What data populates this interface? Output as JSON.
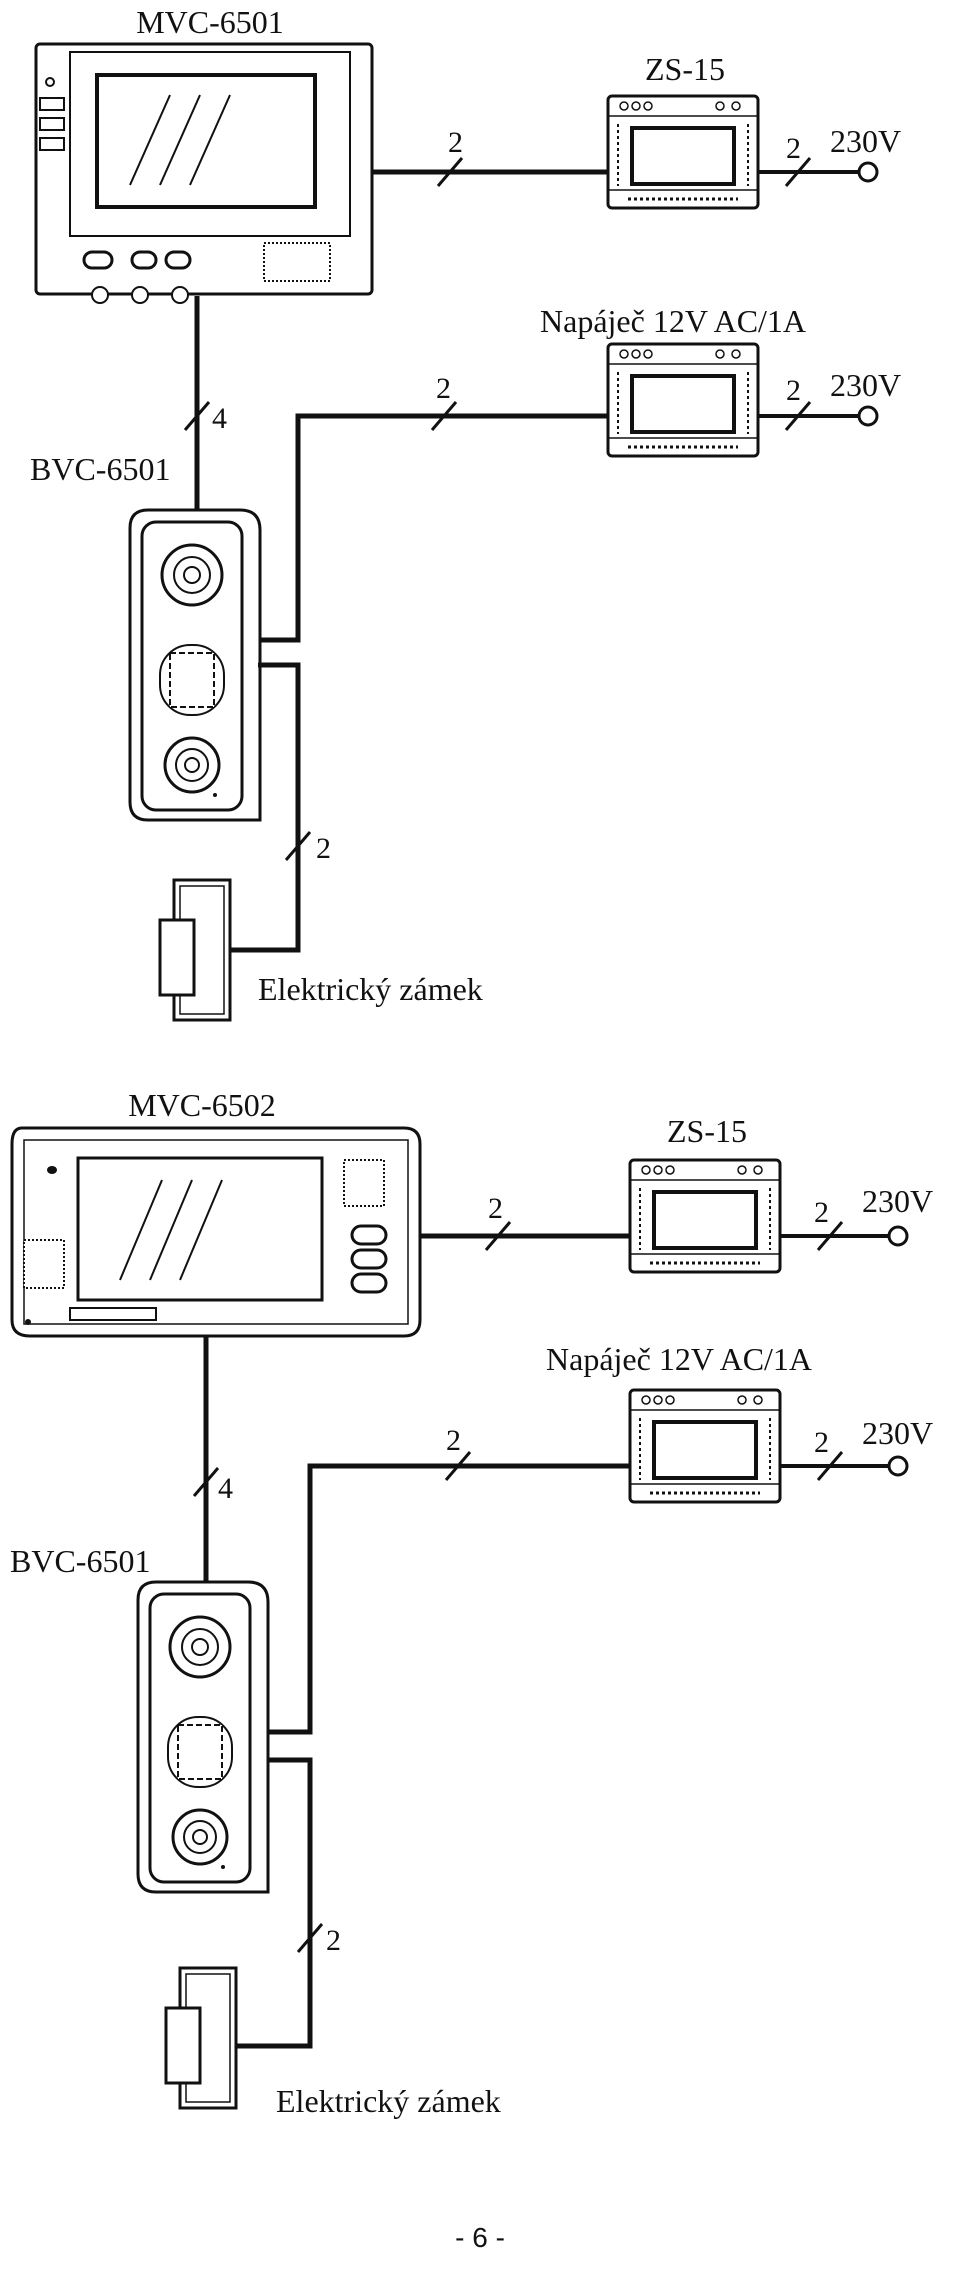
{
  "diagram1": {
    "monitor_label": "MVC-6501",
    "psu_top_label": "ZS-15",
    "psu_bottom_label": "Napáječ 12V AC/1A",
    "door_station_label": "BVC-6501",
    "lock_label": "Elektrický zámek",
    "wire_monitor_psu": "2",
    "wire_psu_mains": "2",
    "mains_label": "230V",
    "wire_monitor_door": "4",
    "wire_door_psu": "2",
    "wire_psu2_mains": "2",
    "mains2_label": "230V",
    "wire_door_lock": "2"
  },
  "diagram2": {
    "monitor_label": "MVC-6502",
    "psu_top_label": "ZS-15",
    "psu_bottom_label": "Napáječ 12V AC/1A",
    "door_station_label": "BVC-6501",
    "lock_label": "Elektrický zámek",
    "wire_monitor_psu": "2",
    "wire_psu_mains": "2",
    "mains_label": "230V",
    "wire_monitor_door": "4",
    "wire_door_psu": "2",
    "wire_psu2_mains": "2",
    "mains2_label": "230V",
    "wire_door_lock": "2"
  },
  "page_number": "- 6 -"
}
